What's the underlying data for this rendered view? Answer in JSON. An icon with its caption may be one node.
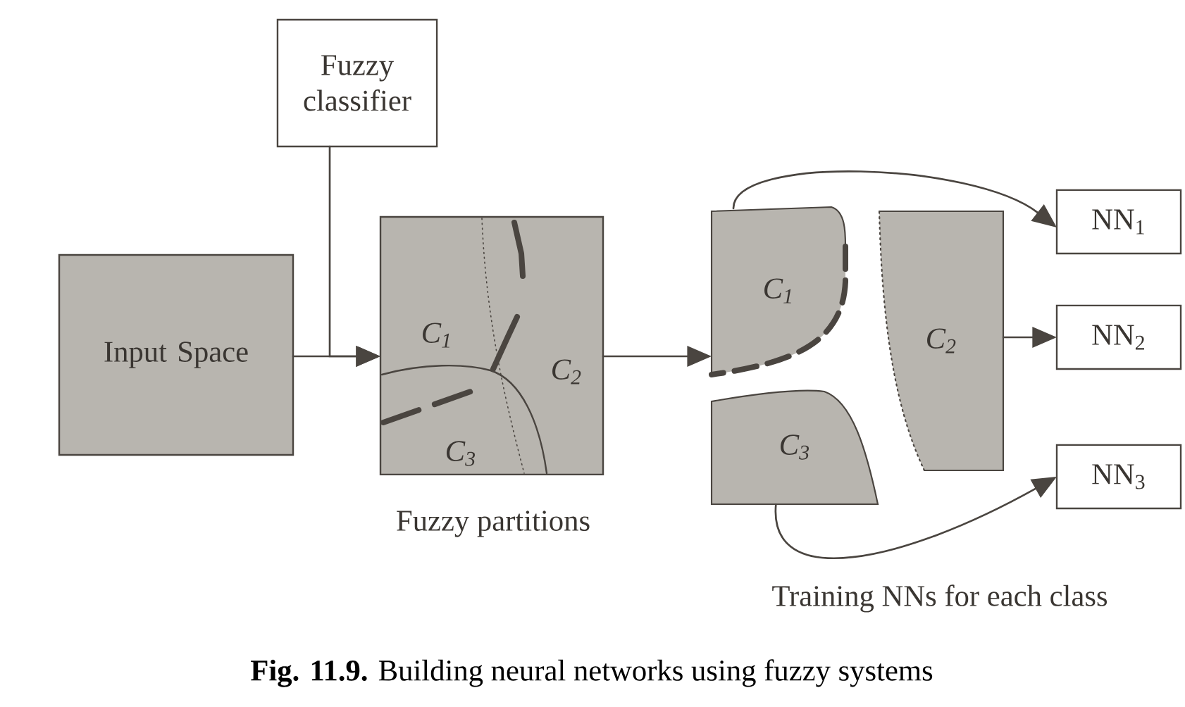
{
  "diagram": {
    "caption": "**Fig. 11.9.** Building neural networks using fuzzy systems",
    "nodes": [
      {
        "text": [
          "Fuzzy classifier"
        ]
      },
      {
        "text": [
          "Input Space"
        ]
      },
      {
        "text": [
          "C$_{1}$",
          "C$_{2}$",
          "C$_{3}$"
        ],
        "beside": [
          "Fuzzy partitions"
        ]
      },
      {
        "text": [
          "C$_{1}$"
        ]
      },
      {
        "text": [
          "C$_{2}$"
        ]
      },
      {
        "text": [
          "C$_{3}$"
        ]
      },
      {
        "text": [
          "NN$_{1}$"
        ]
      },
      {
        "text": [
          "NN$_{2}$"
        ]
      },
      {
        "text": [
          "NN$_{3}$"
        ]
      }
    ],
    "edges": [
      {
        "from": 0,
        "to": 2,
        "arrow": "to"
      },
      {
        "from": 1,
        "to": 2,
        "arrow": "to"
      },
      {
        "from": 2,
        "to": 3,
        "arrow": "to"
      },
      {
        "from": 3,
        "to": 6,
        "arrow": "to"
      },
      {
        "from": 4,
        "to": 7,
        "arrow": "to"
      },
      {
        "from": 5,
        "to": 8,
        "arrow": "to"
      }
    ],
    "labels": [
      "Training NNs for each class"
    ]
  }
}
